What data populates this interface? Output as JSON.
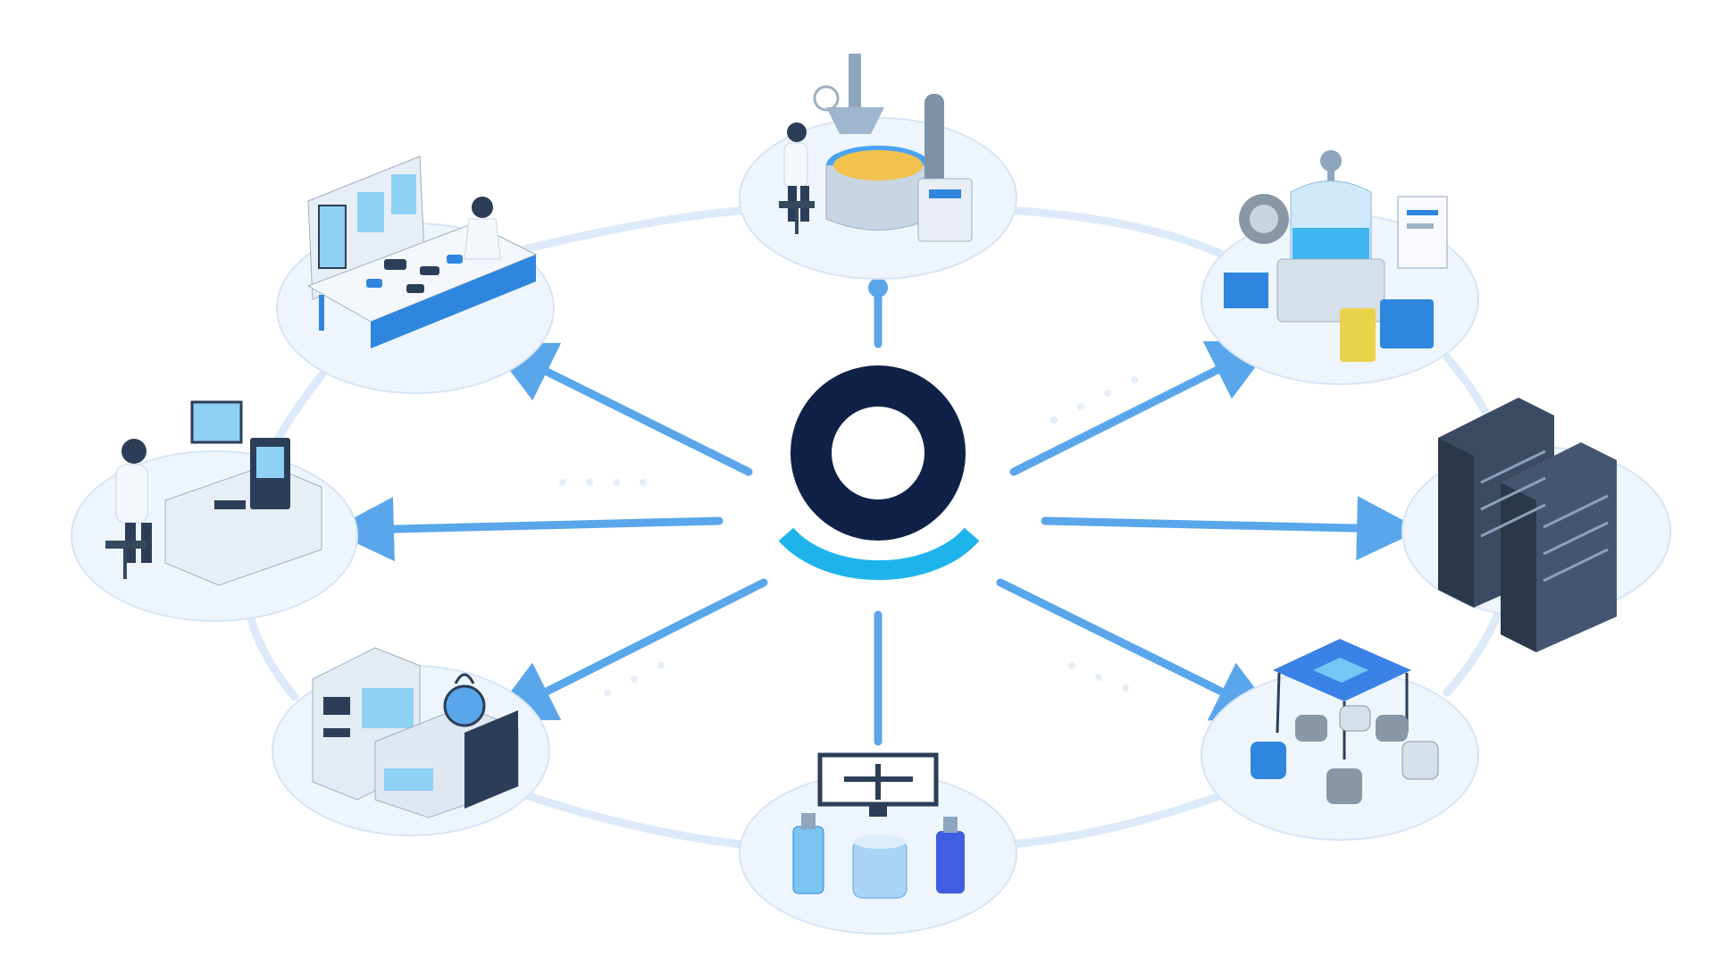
{
  "diagram": {
    "hub": {
      "icon": "ring-logo-icon",
      "ring_color": "#0f2147",
      "arc_color": "#1fb3ec"
    },
    "colors": {
      "spoke": "#5aa6ea",
      "link": "#dceaf9",
      "platform": "#eef5fd",
      "accent_blue": "#2e86de",
      "dark_navy": "#2c3e57"
    },
    "nodes": [
      {
        "id": "top-reactor",
        "icon": "reactor-scientist-icon"
      },
      {
        "id": "top-right-bioreactor",
        "icon": "bioreactor-icon"
      },
      {
        "id": "right-servers",
        "icon": "server-rack-icon"
      },
      {
        "id": "bottom-right-network",
        "icon": "sensor-network-icon"
      },
      {
        "id": "bottom-vials",
        "icon": "monitor-vials-icon"
      },
      {
        "id": "bottom-left-analyzer",
        "icon": "lab-analyzer-icon"
      },
      {
        "id": "left-workstation",
        "icon": "scientist-workstation-icon"
      },
      {
        "id": "top-left-lab-bench",
        "icon": "lab-bench-icon"
      }
    ]
  }
}
